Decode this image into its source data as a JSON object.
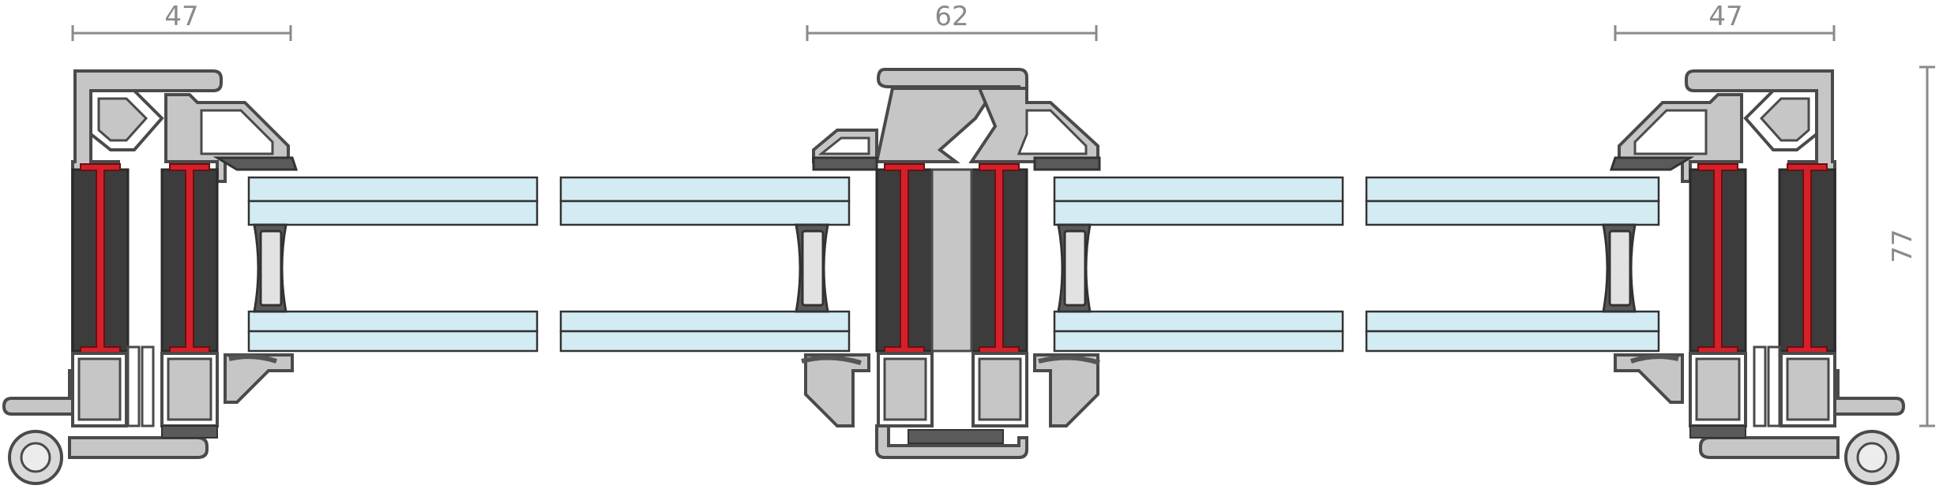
{
  "dimensions": {
    "left_width": "47",
    "center_width": "62",
    "right_width": "47",
    "height": "77"
  },
  "colors": {
    "aluminium": "#c6c6c6",
    "aluminium_stroke": "#4a4a4a",
    "insulation": "#3c3c3c",
    "thermal_break": "#d4202a",
    "glass": "#d3ecf4",
    "glass_stroke": "#333333",
    "spacer": "#e2e2e2",
    "gasket": "#555555",
    "dimension_line": "#8a8a8a",
    "roller": "#d9d9d9"
  },
  "icons": {
    "roller": "roller-wheel-icon"
  }
}
